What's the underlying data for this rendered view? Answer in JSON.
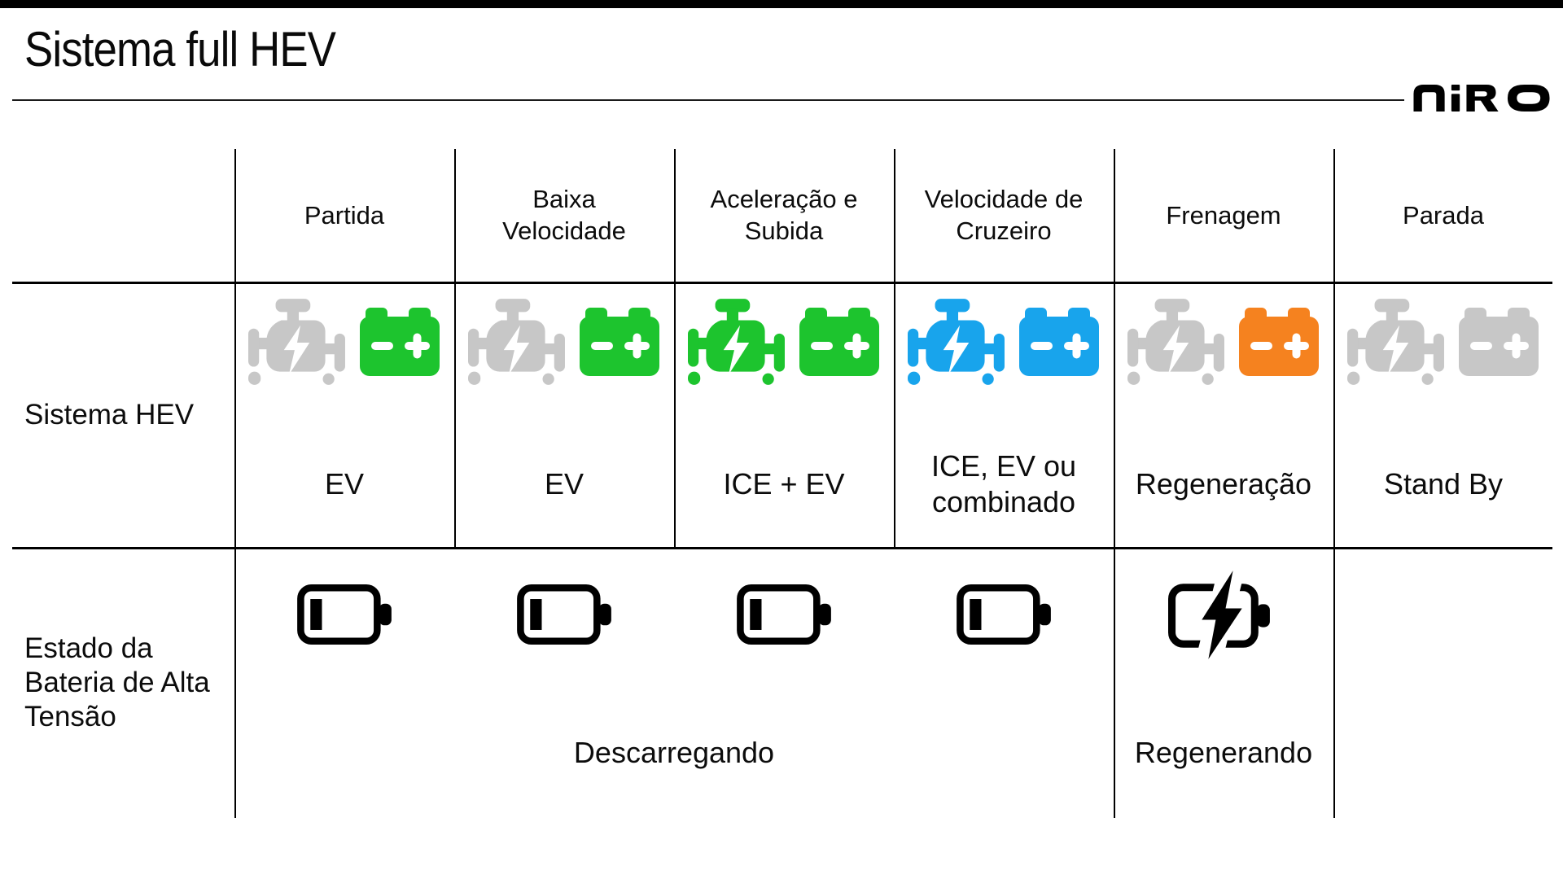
{
  "slide": {
    "title": "Sistema full HEV",
    "brand": "NIRO"
  },
  "colors": {
    "gray": "#c7c7c7",
    "green": "#1dc42e",
    "blue": "#18a4ec",
    "orange": "#f5821f",
    "black": "#000000"
  },
  "table": {
    "row1_label": "Sistema HEV",
    "row2_label": "Estado da Bateria de Alta Tensão",
    "columns": [
      {
        "header": "Partida",
        "engine": "gray",
        "battery": "green",
        "mode": "EV",
        "soc": "discharging"
      },
      {
        "header": "Baixa Velocidade",
        "engine": "gray",
        "battery": "green",
        "mode": "EV",
        "soc": "discharging"
      },
      {
        "header": "Aceleração e Subida",
        "engine": "green",
        "battery": "green",
        "mode": "ICE + EV",
        "soc": "discharging"
      },
      {
        "header": "Velocidade de Cruzeiro",
        "engine": "blue",
        "battery": "blue",
        "mode": "ICE, EV ou combinado",
        "soc": "discharging"
      },
      {
        "header": "Frenagem",
        "engine": "gray",
        "battery": "orange",
        "mode": "Regeneração",
        "soc": "charging"
      },
      {
        "header": "Parada",
        "engine": "gray",
        "battery": "gray",
        "mode": "Stand By",
        "soc": "none"
      }
    ],
    "soc_labels": {
      "discharging": "Descarregando",
      "charging": "Regenerando"
    }
  }
}
